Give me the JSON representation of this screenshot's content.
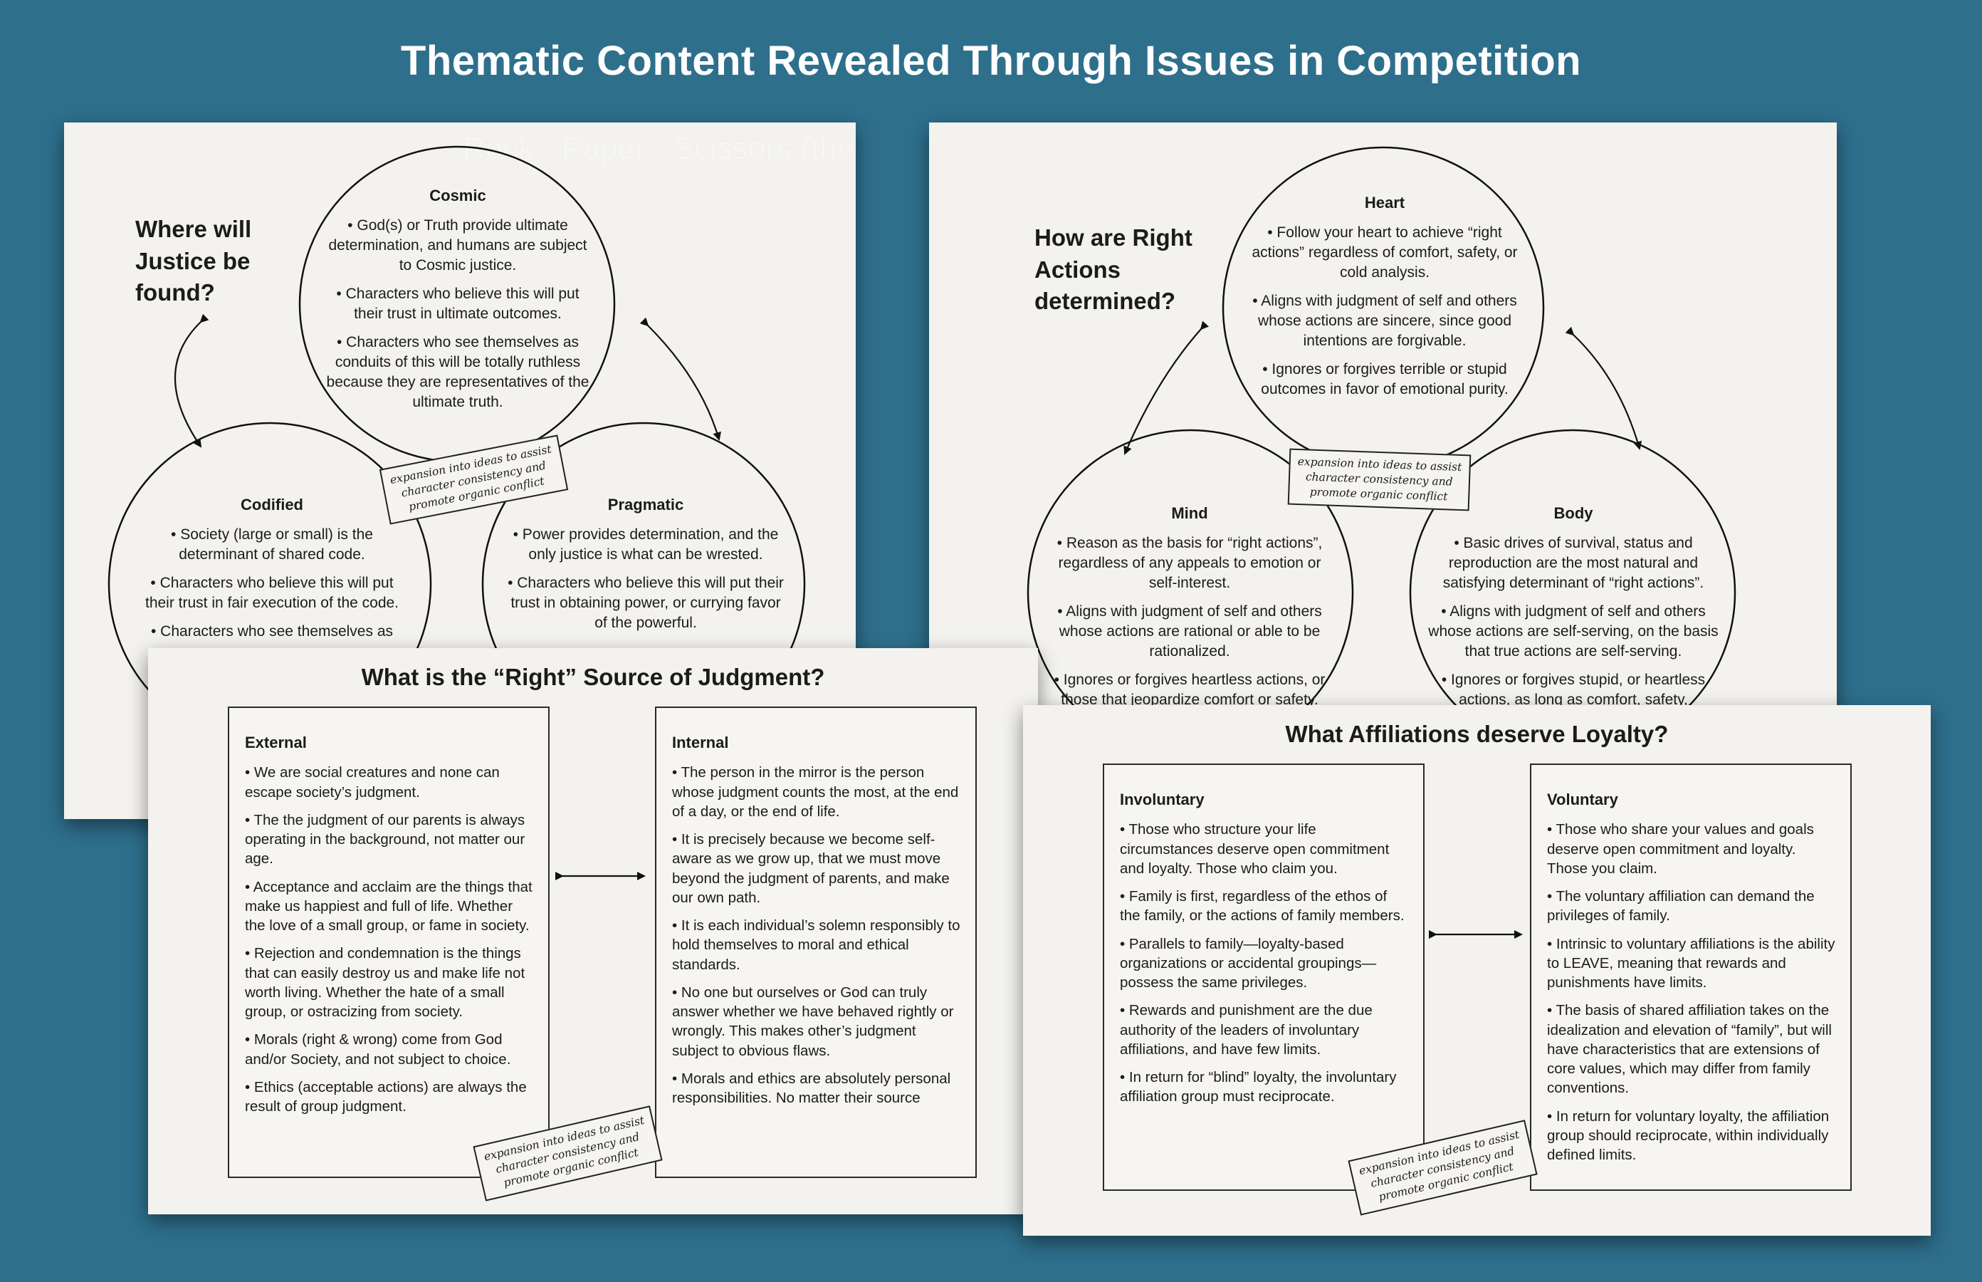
{
  "title": "Thematic Content Revealed Through Issues in Competition",
  "justice": {
    "ghost_title": "Rock · Paper · Scissors (the...",
    "question": "Where will Justice be found?",
    "note": [
      "expansion into ideas to assist",
      "character consistency and",
      "promote organic conflict"
    ],
    "cosmic": {
      "title": "Cosmic",
      "points": [
        "• God(s) or Truth provide ultimate determination, and humans are subject to Cosmic justice.",
        "• Characters who believe this will put their trust in ultimate outcomes.",
        "• Characters who see themselves as conduits of this will be totally ruthless because they are representatives of the ultimate truth."
      ]
    },
    "codified": {
      "title": "Codified",
      "points": [
        "• Society (large or small) is the determinant of shared code.",
        "• Characters who believe this will put their trust in fair execution of the code.",
        "• Characters who see themselves as"
      ]
    },
    "pragmatic": {
      "title": "Pragmatic",
      "points": [
        "• Power provides determination, and the only justice is what can be wrested.",
        "• Characters who believe this will put their trust in obtaining power, or currying favor of the powerful."
      ]
    }
  },
  "actions": {
    "question": "How are Right Actions determined?",
    "note": [
      "expansion into ideas to assist",
      "character consistency and",
      "promote organic conflict"
    ],
    "heart": {
      "title": "Heart",
      "points": [
        "• Follow your heart to achieve “right actions” regardless of comfort, safety, or cold analysis.",
        "• Aligns with judgment of self and others whose actions are sincere, since good intentions are forgivable.",
        "• Ignores or forgives terrible or stupid outcomes in favor of emotional purity."
      ]
    },
    "mind": {
      "title": "Mind",
      "points": [
        "• Reason as the basis for “right actions”, regardless of any appeals to emotion or self-interest.",
        "• Aligns with judgment of self and others whose actions are rational or able to be rationalized.",
        "• Ignores or forgives heartless actions, or those that jeopardize comfort or safety."
      ]
    },
    "body": {
      "title": "Body",
      "points": [
        "• Basic drives of survival, status and reproduction are the most natural and satisfying determinant of “right actions”.",
        "• Aligns with judgment of self and others whose actions are self-serving, on the basis that true actions are self-serving.",
        "• Ignores or forgives stupid, or heartless actions, as long as comfort, safety,"
      ]
    }
  },
  "judgment": {
    "heading": "What is the “Right” Source of Judgment?",
    "note": [
      "expansion into ideas to assist",
      "character consistency and",
      "promote organic conflict"
    ],
    "external": {
      "title": "External",
      "points": [
        "• We are social creatures and none can escape society’s judgment.",
        "• The the judgment of our parents is always operating in the background, not matter our age.",
        "• Acceptance and acclaim are the things that make us happiest and full of life. Whether the love of a small group, or fame in society.",
        "• Rejection and condemnation is the things that can easily destroy us and make life not worth living. Whether the hate of a small group, or ostracizing from society.",
        "• Morals (right & wrong) come from God and/or Society, and not subject to choice.",
        "• Ethics (acceptable actions) are always the result of group judgment."
      ]
    },
    "internal": {
      "title": "Internal",
      "points": [
        "• The person in the mirror is the person whose judgment counts the most, at the end of a day, or the end of life.",
        "• It is precisely because we become self-aware as we grow up, that we must move beyond the judgment of parents, and make our own path.",
        "• It is each individual’s solemn responsibly to hold themselves to moral and ethical standards.",
        "• No one but ourselves or God can truly answer whether we have behaved rightly or wrongly. This makes other’s judgment subject to obvious flaws.",
        "• Morals and ethics are absolutely personal responsibilities. No matter their source"
      ]
    }
  },
  "loyalty": {
    "heading": "What Affiliations deserve Loyalty?",
    "note": [
      "expansion into ideas to assist",
      "character consistency and",
      "promote organic conflict"
    ],
    "involuntary": {
      "title": "Involuntary",
      "points": [
        "• Those who structure your life circumstances deserve open commitment and loyalty. Those who claim you.",
        "• Family is first, regardless of the ethos of the family, or the actions of family members.",
        "• Parallels to family—loyalty-based organizations or accidental groupings—possess the same privileges.",
        "• Rewards and punishment are the due authority of the leaders of involuntary affiliations, and have few limits.",
        "• In return for “blind” loyalty, the involuntary affiliation group must reciprocate."
      ]
    },
    "voluntary": {
      "title": "Voluntary",
      "points": [
        "• Those who share your values and goals deserve open commitment and loyalty. Those you claim.",
        "• The voluntary affiliation can demand the privileges of family.",
        "• Intrinsic to voluntary affiliations is the ability to LEAVE, meaning that rewards and punishments have limits.",
        "• The basis of shared affiliation takes on the idealization and elevation of “family”, but will have characteristics that are extensions of core values, which may differ from family conventions.",
        "• In return for voluntary loyalty, the affiliation group should reciprocate, within individually defined limits."
      ]
    }
  }
}
